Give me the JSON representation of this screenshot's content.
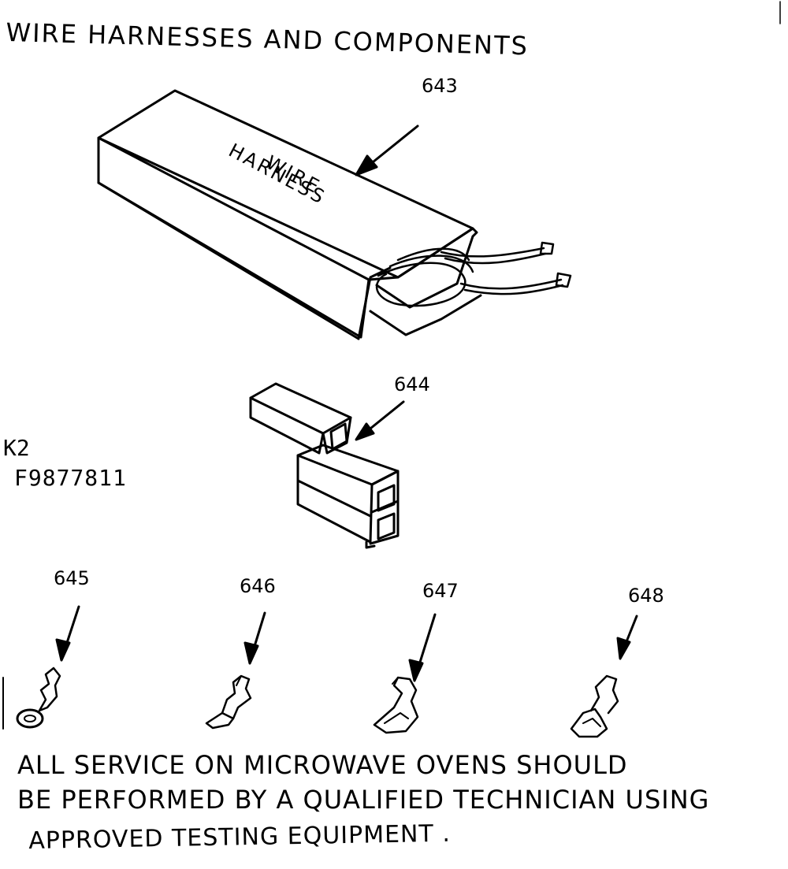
{
  "title": "WIRE HARNESSES AND COMPONENTS",
  "box_label_line1": "WIRE",
  "box_label_line2": "HARNESS",
  "parts": [
    {
      "number": "643",
      "icon": "wire-harness-box-icon"
    },
    {
      "number": "644",
      "icon": "connector-housing-icon"
    },
    {
      "number": "645",
      "icon": "ring-terminal-icon"
    },
    {
      "number": "646",
      "icon": "spade-terminal-icon"
    },
    {
      "number": "647",
      "icon": "female-terminal-icon"
    },
    {
      "number": "648",
      "icon": "flag-terminal-icon"
    }
  ],
  "model_line1": "K2",
  "model_line2": "F9877811",
  "warning": {
    "line1": "ALL SERVICE ON MICROWAVE OVENS SHOULD",
    "line2": "BE PERFORMED BY A QUALIFIED TECHNICIAN USING",
    "line3": "APPROVED TESTING EQUIPMENT ."
  }
}
